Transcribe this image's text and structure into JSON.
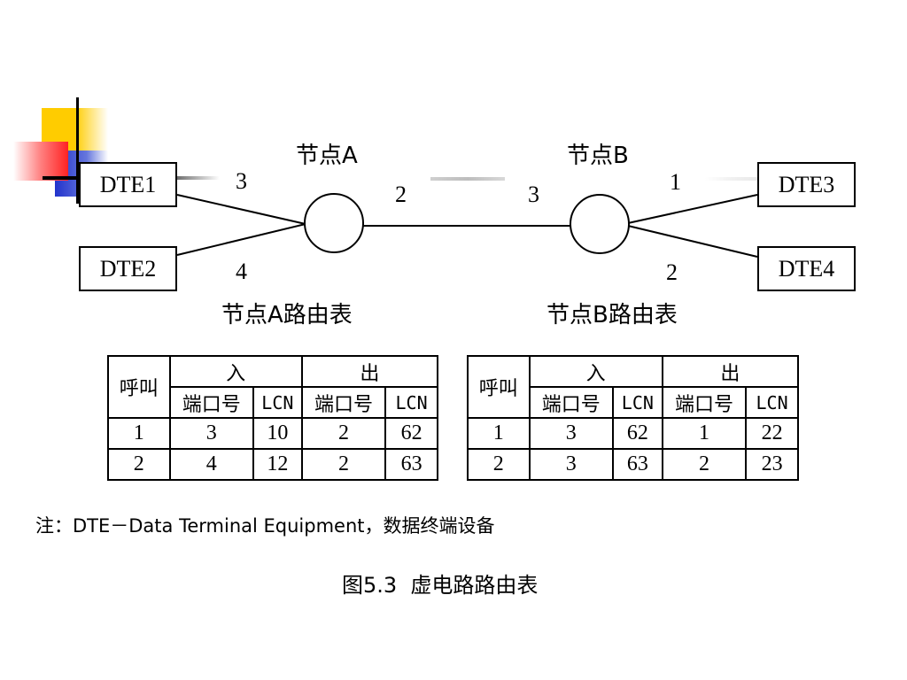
{
  "nodes": {
    "node_a": {
      "label": "节点A"
    },
    "node_b": {
      "label": "节点B"
    }
  },
  "dte": {
    "dte1": "DTE1",
    "dte2": "DTE2",
    "dte3": "DTE3",
    "dte4": "DTE4"
  },
  "ports": {
    "a_dte1": "3",
    "a_dte2": "4",
    "a_link": "2",
    "b_link": "3",
    "b_dte3": "1",
    "b_dte4": "2"
  },
  "table_a": {
    "title": "节点A路由表",
    "h_call": "呼叫",
    "h_in": "入",
    "h_out": "出",
    "h_port": "端口号",
    "h_lcn": "LCN",
    "rows": [
      [
        "1",
        "3",
        "10",
        "2",
        "62"
      ],
      [
        "2",
        "4",
        "12",
        "2",
        "63"
      ]
    ]
  },
  "table_b": {
    "title": "节点B路由表",
    "h_call": "呼叫",
    "h_in": "入",
    "h_out": "出",
    "h_port": "端口号",
    "h_lcn": "LCN",
    "rows": [
      [
        "1",
        "3",
        "62",
        "1",
        "22"
      ],
      [
        "2",
        "3",
        "63",
        "2",
        "23"
      ]
    ]
  },
  "note": "注：DTE－Data Terminal Equipment，数据终端设备",
  "figure_caption": "图5.3  虚电路路由表",
  "colors": {
    "deco_yellow": "#ffcc00",
    "deco_blue": "#3344cc",
    "deco_red": "#ff3333"
  }
}
